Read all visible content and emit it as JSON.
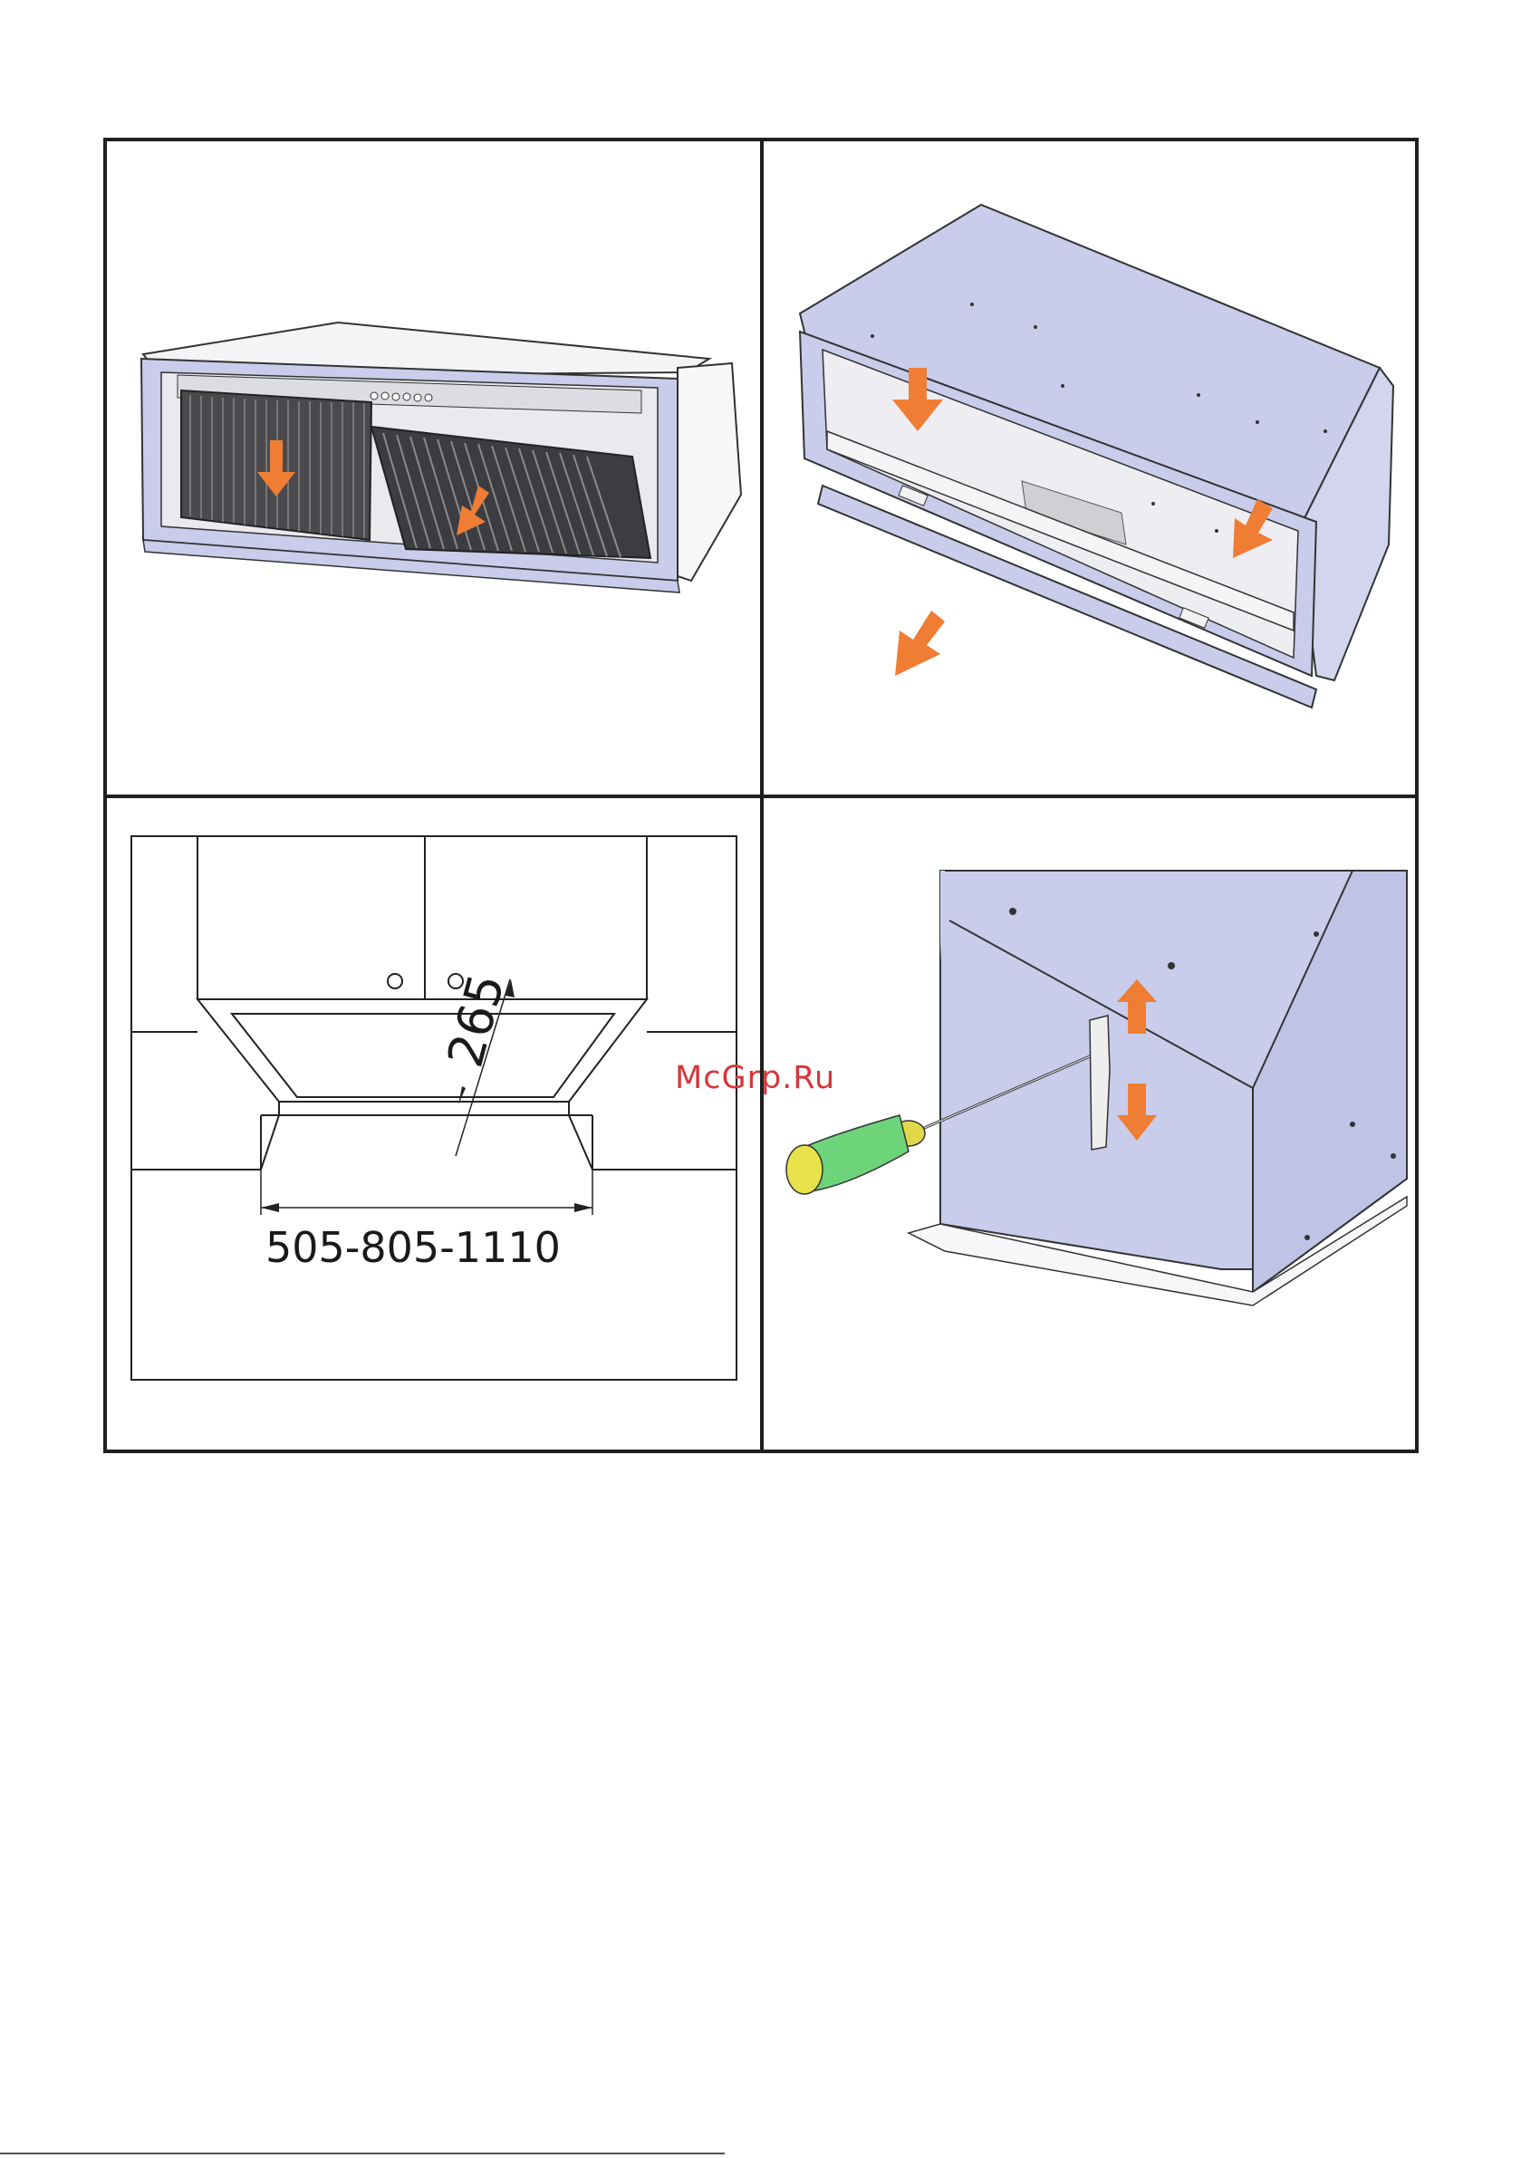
{
  "watermark": "McGrp.Ru",
  "panel_c": {
    "depth_label": "265",
    "width_label": "505-805-1110"
  },
  "colors": {
    "arrow": "#ef7d33",
    "hood_body": "#c9ccea",
    "frame": "#1f1f1f",
    "screwdriver_handle": "#6ed47a",
    "screwdriver_tip": "#e8e24a"
  }
}
